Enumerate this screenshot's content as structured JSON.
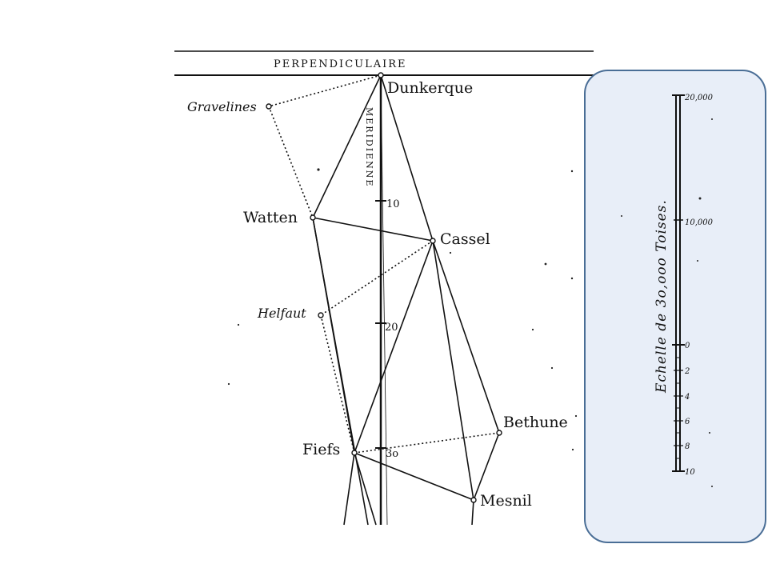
{
  "map": {
    "header": "PERPENDICULAIRE",
    "meridian_label": "MERIDIENNE",
    "meridian_marks": [
      "10",
      "20",
      "3o"
    ],
    "stations": {
      "dunkerque": "Dunkerque",
      "gravelines": "Gravelines",
      "watten": "Watten",
      "cassel": "Cassel",
      "helfaut": "Helfaut",
      "bethune": "Bethune",
      "fiefs": "Fiefs",
      "mesnil": "Mesnil"
    }
  },
  "scale": {
    "title": "Echelle de 3o,ooo Toises.",
    "top_labels": [
      "20,000",
      "10,000",
      "0"
    ],
    "bottom_labels": [
      "2",
      "4",
      "6",
      "8",
      "10"
    ]
  }
}
